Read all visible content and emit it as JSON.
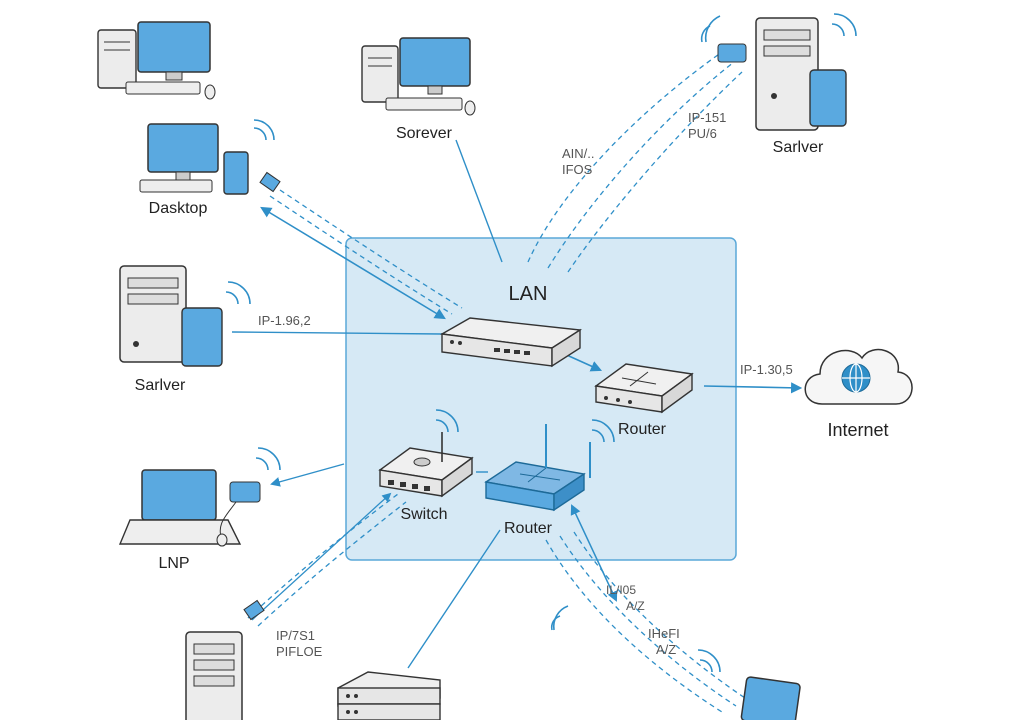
{
  "diagram": {
    "lan_label": "LAN",
    "nodes": {
      "desktop_top_left": "",
      "desktop": "Dasktop",
      "server_top": "Sorever",
      "server_top_right": "Sarlver",
      "server_left": "Sarlver",
      "laptop_left": "LNP",
      "lan_switch": "",
      "router_right": "Router",
      "switch": "Switch",
      "router_wifi": "Router",
      "internet": "Internet"
    },
    "edge_labels": {
      "top_a": "AIN/..",
      "top_b": "IFOS",
      "topright_a": "IP-151",
      "topright_b": "PU/6",
      "server_left_ip": "IP-1.96,2",
      "internet_ip": "IP-1.30,5",
      "bottom_left_a": "IP/7S1",
      "bottom_left_b": "PIFLOE",
      "bottom_right_a": "IL/I05",
      "bottom_right_b": "A/Z",
      "bottom_right_c": "IHeFI",
      "bottom_right_d": "A/Z"
    },
    "colors": {
      "accent": "#2f8fc8",
      "lan_fill": "#d6e9f5",
      "lan_stroke": "#5aa8d8",
      "screen": "#5aa9e0",
      "device_gray": "#e9e9e9",
      "outline": "#333333"
    }
  }
}
